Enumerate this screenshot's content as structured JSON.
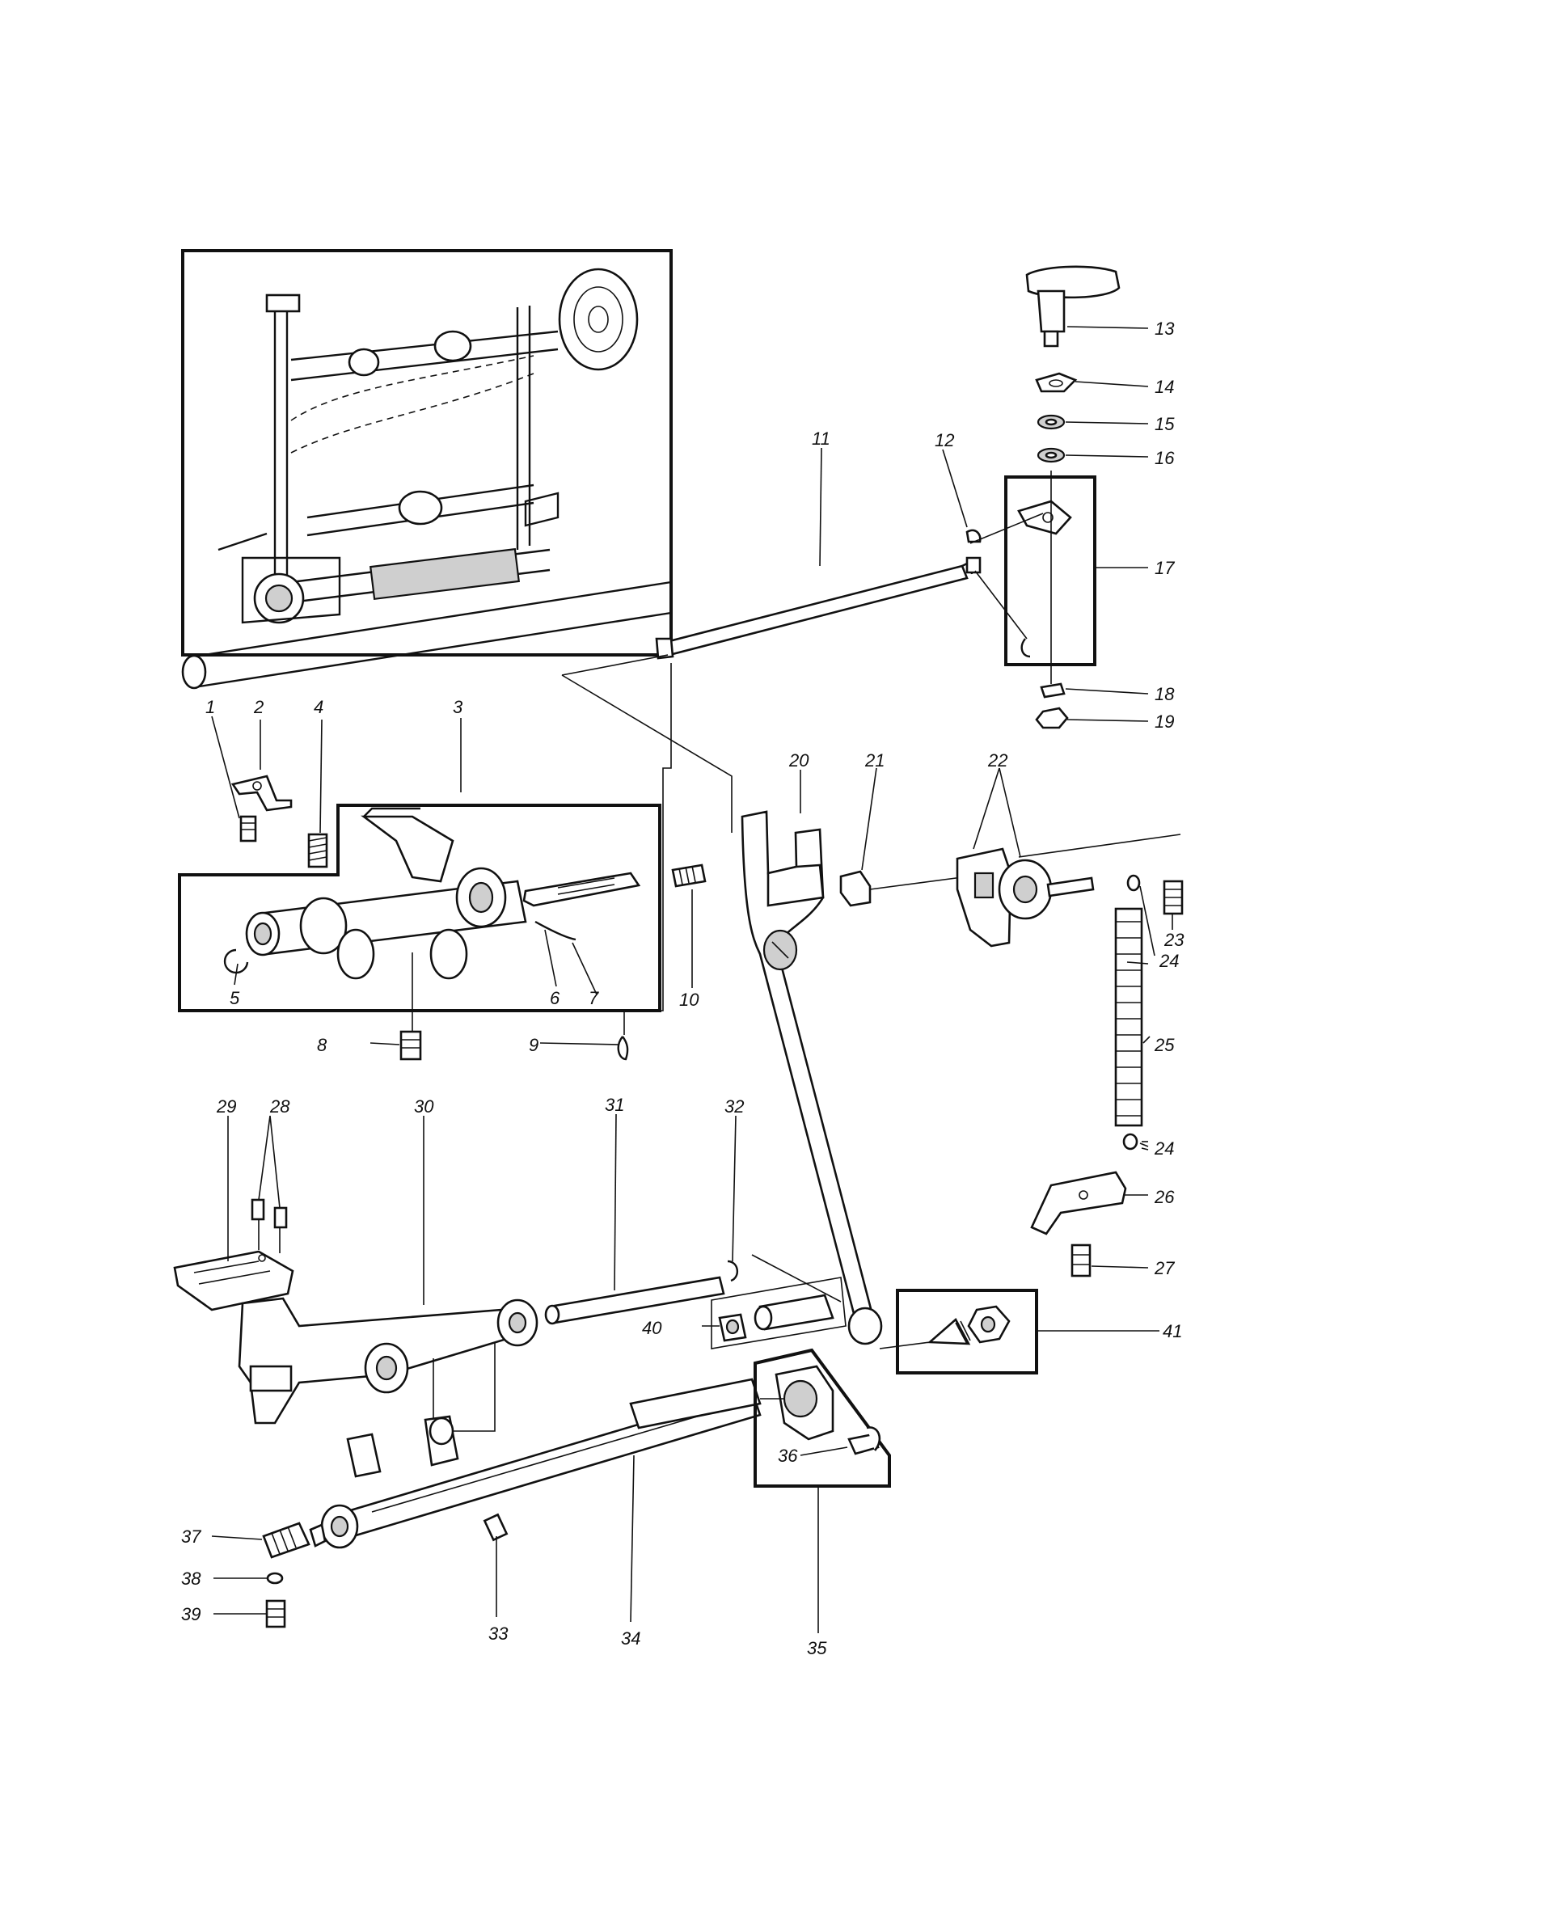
{
  "labels": {
    "p1": "1",
    "p2": "2",
    "p3": "3",
    "p4": "4",
    "p5": "5",
    "p6": "6",
    "p7": "7",
    "p8": "8",
    "p9": "9",
    "p10": "10",
    "p11": "11",
    "p12": "12",
    "p13": "13",
    "p14": "14",
    "p15": "15",
    "p16": "16",
    "p17": "17",
    "p18": "18",
    "p19": "19",
    "p20": "20",
    "p21": "21",
    "p22": "22",
    "p23": "23",
    "p24a": "24",
    "p24b": "24",
    "p25": "25",
    "p26": "26",
    "p27": "27",
    "p28": "28",
    "p29": "29",
    "p30": "30",
    "p31": "31",
    "p32": "32",
    "p33": "33",
    "p34": "34",
    "p35": "35",
    "p36": "36",
    "p37": "37",
    "p38": "38",
    "p39": "39",
    "p40": "40",
    "p41": "41"
  }
}
